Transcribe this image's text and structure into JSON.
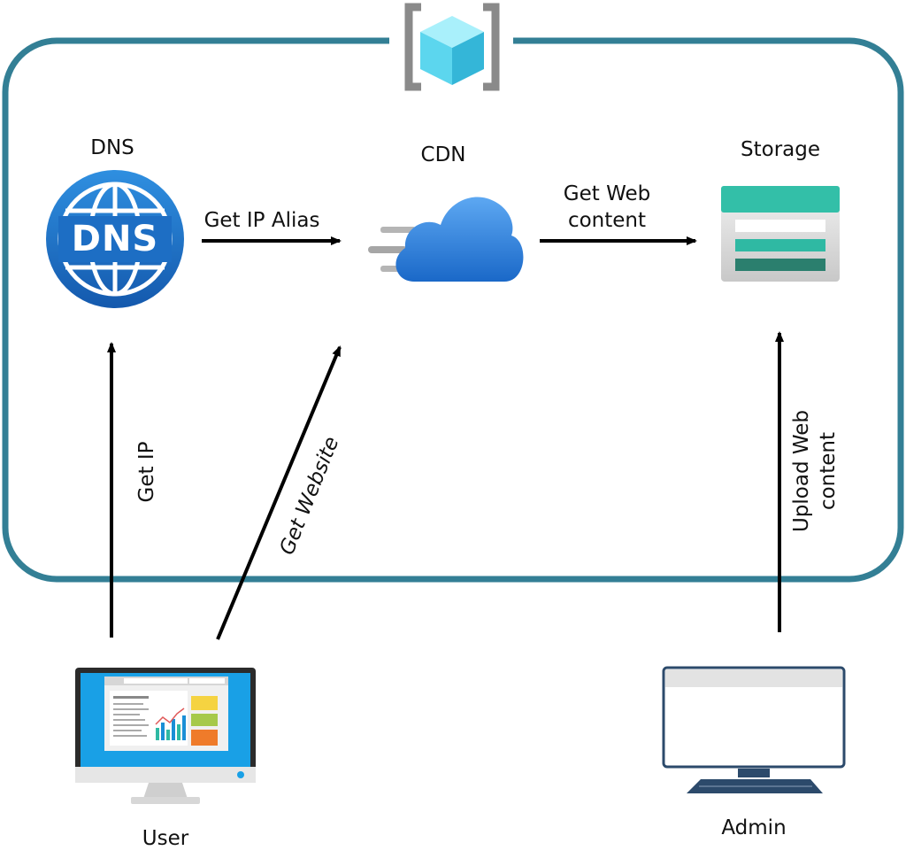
{
  "nodes": {
    "dns": {
      "label": "DNS",
      "icon_text": "DNS"
    },
    "cdn": {
      "label": "CDN"
    },
    "storage": {
      "label": "Storage"
    },
    "user": {
      "label": "User"
    },
    "admin": {
      "label": "Admin"
    }
  },
  "edges": {
    "get_ip_alias": "Get IP Alias",
    "get_web_content_line1": "Get Web",
    "get_web_content_line2": "content",
    "get_ip": "Get IP",
    "get_website": "Get Website",
    "upload_line1": "Upload Web",
    "upload_line2": "content"
  },
  "colors": {
    "container_border": "#337f95",
    "dns_blue": "#1f6fc4",
    "cdn_blue": "#2f86dc",
    "storage_teal": "#2fb9a3",
    "storage_dark": "#2b7f6e",
    "monitor_blue": "#1a8fd6"
  }
}
